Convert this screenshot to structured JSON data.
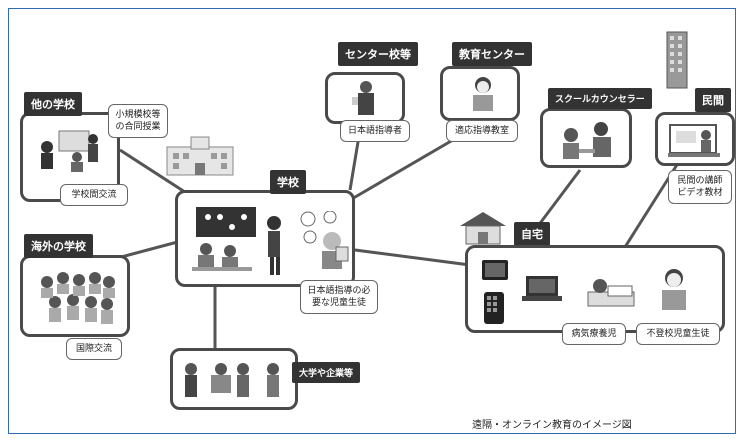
{
  "nodes": {
    "other_school": {
      "tag": "他の学校",
      "note": "小規模校等\nの合同授業",
      "label": "学校間交流"
    },
    "foreign_school": {
      "tag": "海外の学校",
      "label": "国際交流"
    },
    "school": {
      "tag": "学校",
      "label": "日本語指導の必\n要な児童生徒"
    },
    "university": {
      "tag": "大学や企業等"
    },
    "center_school": {
      "tag": "センター校等",
      "label": "日本語指導者"
    },
    "edu_center": {
      "tag": "教育センター",
      "label": "適応指導教室"
    },
    "counselor": {
      "tag": "スクールカウンセラー"
    },
    "private": {
      "tag": "民間",
      "label": "民間の講師\nビデオ教材"
    },
    "home": {
      "tag": "自宅",
      "label1": "病気療養児",
      "label2": "不登校児童生徒"
    }
  },
  "caption": "遠隔・オンライン教育のイメージ図",
  "icons": [
    "school-building-icon",
    "house-icon",
    "office-tower-icon",
    "tablet-icon",
    "phone-icon",
    "laptop-icon"
  ]
}
